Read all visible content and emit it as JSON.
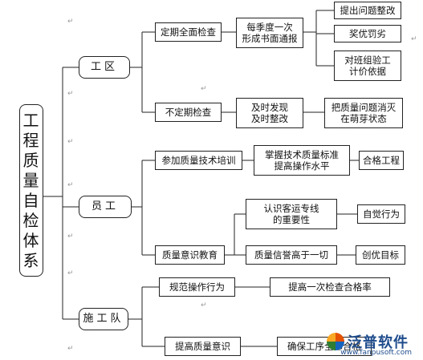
{
  "diagram": {
    "root": "工\n程\n质\n量\n自\n检\n体\n系",
    "work_area": {
      "label": "工区",
      "regular_check": "定期全面检查",
      "quarterly_report": "每季度一次\n形成书面通报",
      "raise_issues": "提出问题整改",
      "reward_penalty": "奖优罚劣",
      "team_basis": "对班组验工\n计价依据",
      "irregular_check": "不定期检查",
      "timely_fix": "及时发现\n及时整改",
      "nip_in_bud": "把质量问题消灭\n在萌芽状态"
    },
    "staff": {
      "label": "员工",
      "tech_training": "参加质量技术培训",
      "master_standard": "掌握技术质量标准\n提高操作水平",
      "qualified_work": "合格工程",
      "awareness_education": "质量意识教育",
      "passenger_line_importance": "认识客运专线\n的重要性",
      "self_conscious": "自觉行为",
      "reputation_first": "质量信誉高于一切",
      "excellence_goal": "创优目标"
    },
    "crew": {
      "label": "施工队",
      "standard_operation": "规范操作行为",
      "pass_rate": "提高一次检查合格率",
      "raise_awareness": "提高质量意识",
      "all_qualified": "确保工序全部合格"
    }
  },
  "watermark": {
    "brand": "泛普软件",
    "site": "www.fanpusoft.com"
  },
  "editor_mark": "↵"
}
